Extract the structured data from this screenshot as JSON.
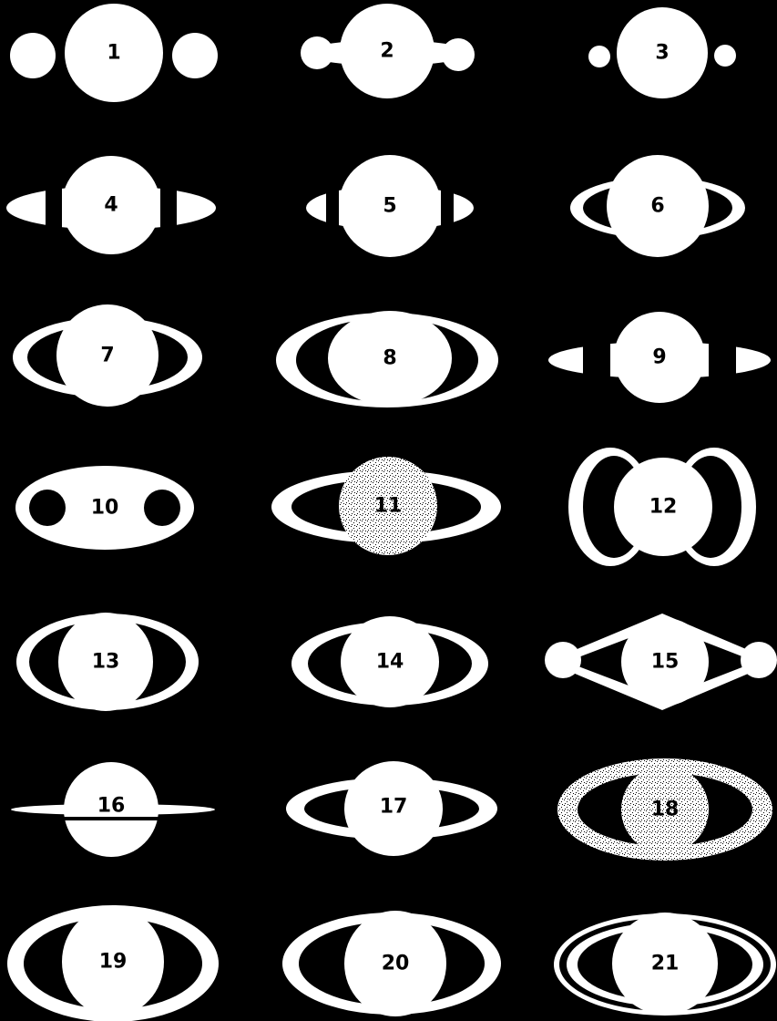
{
  "figure": {
    "background_color": "#000000",
    "shape_color": "#ffffff",
    "label_color": "#000000",
    "panels": [
      {
        "label": "1"
      },
      {
        "label": "2"
      },
      {
        "label": "3"
      },
      {
        "label": "4"
      },
      {
        "label": "5"
      },
      {
        "label": "6"
      },
      {
        "label": "7"
      },
      {
        "label": "8"
      },
      {
        "label": "9"
      },
      {
        "label": "10"
      },
      {
        "label": "11"
      },
      {
        "label": "12"
      },
      {
        "label": "13"
      },
      {
        "label": "14"
      },
      {
        "label": "15"
      },
      {
        "label": "16"
      },
      {
        "label": "17"
      },
      {
        "label": "18"
      },
      {
        "label": "19"
      },
      {
        "label": "20"
      },
      {
        "label": "21"
      }
    ]
  }
}
